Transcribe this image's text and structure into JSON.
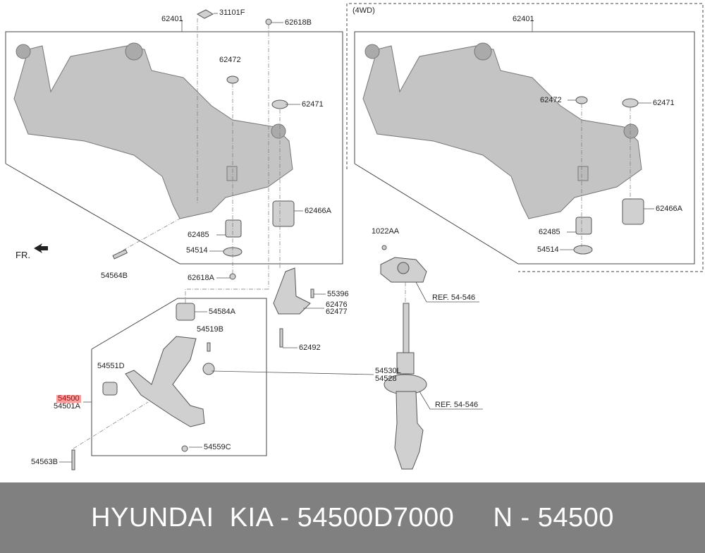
{
  "diagram": {
    "left_assembly": {
      "labels": [
        "62401",
        "31101F",
        "62618B",
        "62472",
        "62471",
        "62466A",
        "62485",
        "54514",
        "54564B",
        "62618A"
      ],
      "direction_label": "FR."
    },
    "right_assembly": {
      "variant": "(4WD)",
      "labels": [
        "62401",
        "62472",
        "62471",
        "62466A",
        "62485",
        "54514"
      ]
    },
    "middle_parts": {
      "labels": [
        "55396",
        "62476",
        "62477",
        "62492"
      ]
    },
    "strut": {
      "labels": [
        "1022AA",
        "REF. 54-546",
        "REF. 54-546"
      ]
    },
    "lower_arm": {
      "highlighted": "54500",
      "labels": [
        "54501A",
        "54584A",
        "54519B",
        "54551D",
        "54530L",
        "54528",
        "54559C",
        "54563B"
      ]
    },
    "colors": {
      "part_fill": "#c8c8c8",
      "part_stroke": "#555555",
      "highlight": "#f05050",
      "footer_bg": "#808080"
    }
  },
  "footer": {
    "text": "HYUNDAI  KIA - 54500D7000     N - 54500"
  }
}
